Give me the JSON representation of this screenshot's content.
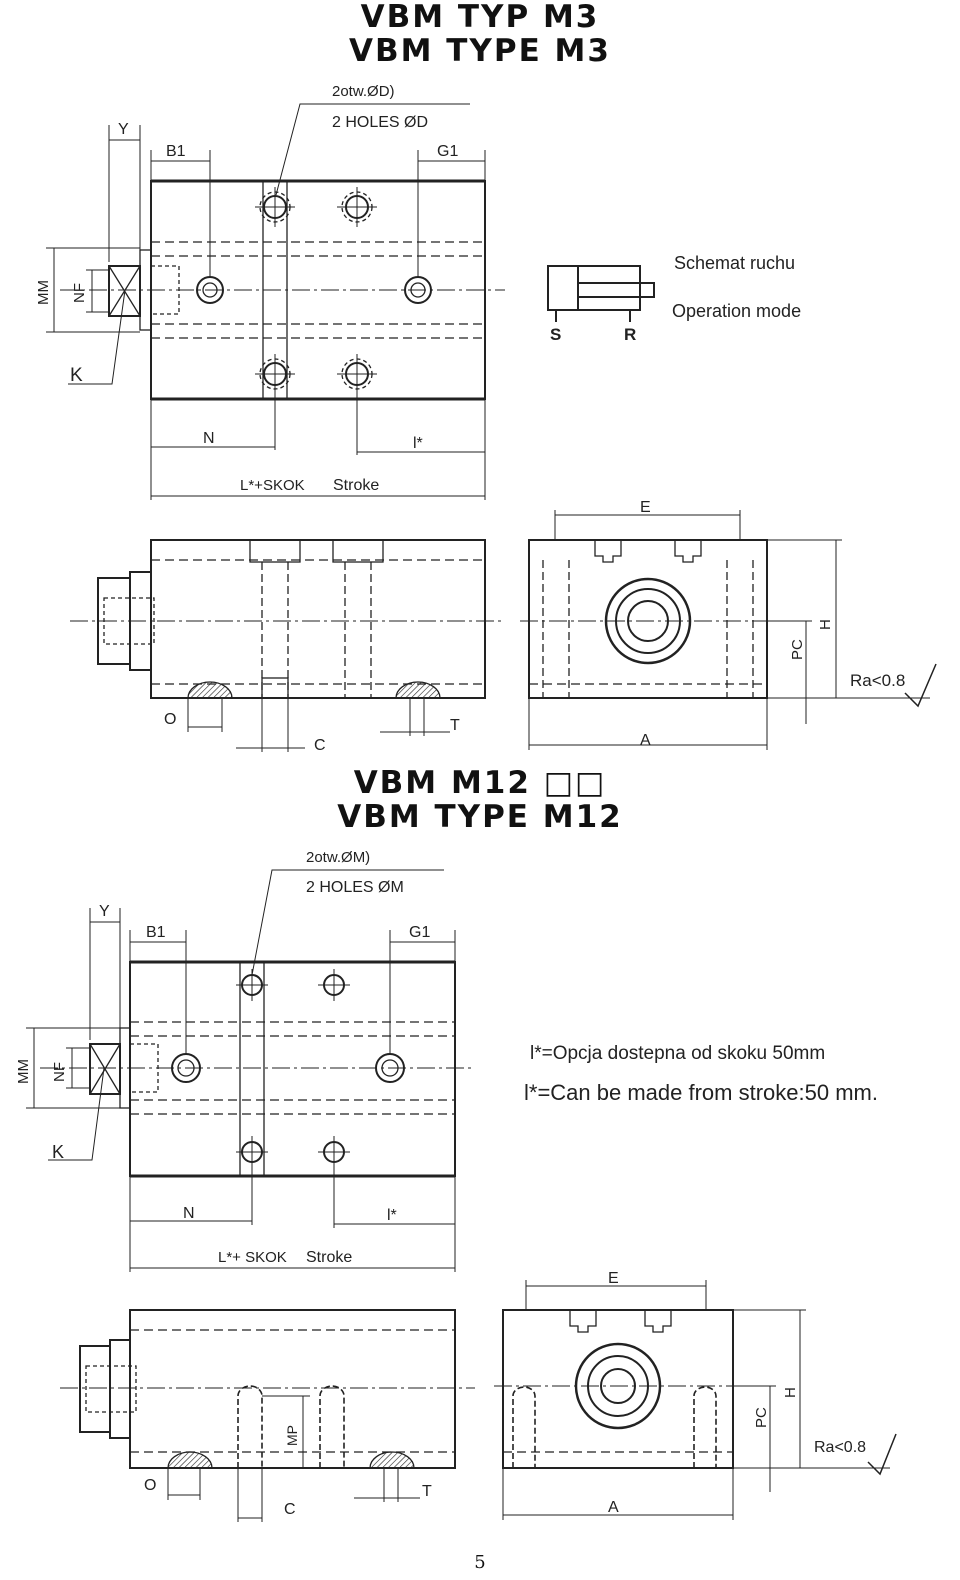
{
  "section_m3": {
    "title_pl": "VBM TYP M3",
    "title_en": "VBM TYPE M3",
    "holes_pl": "2otw.ØD)",
    "holes_en": "2 HOLES ØD",
    "stroke_pl": "L*+SKOK",
    "stroke_en": "Stroke",
    "scheme_pl": "Schemat ruchu",
    "scheme_en": "Operation mode",
    "port_s": "S",
    "port_r": "R",
    "roughness": "Ra<0.8",
    "dims": {
      "y": "Y",
      "b1": "B1",
      "g1": "G1",
      "mm": "MM",
      "nf": "NF",
      "k": "K",
      "n": "N",
      "l": "l*",
      "e": "E",
      "h": "H",
      "pc": "PC",
      "o": "O",
      "c": "C",
      "t": "T",
      "a": "A"
    }
  },
  "section_m12": {
    "title_pl": "VBM M12 □□",
    "title_en": "VBM TYPE M12",
    "holes_pl": "2otw.ØM)",
    "holes_en": "2 HOLES ØM",
    "stroke_pl": "L*+ SKOK",
    "stroke_en": "Stroke",
    "note_pl": "l*=Opcja dostepna od skoku 50mm",
    "note_en": "l*=Can be made from stroke:50 mm.",
    "roughness": "Ra<0.8",
    "dims": {
      "y": "Y",
      "b1": "B1",
      "g1": "G1",
      "mm": "MM",
      "nf": "NF",
      "k": "K",
      "n": "N",
      "l": "l*",
      "e": "E",
      "h": "H",
      "pc": "PC",
      "mp": "MP",
      "o": "O",
      "c": "C",
      "t": "T",
      "a": "A"
    }
  },
  "page_number": "5"
}
